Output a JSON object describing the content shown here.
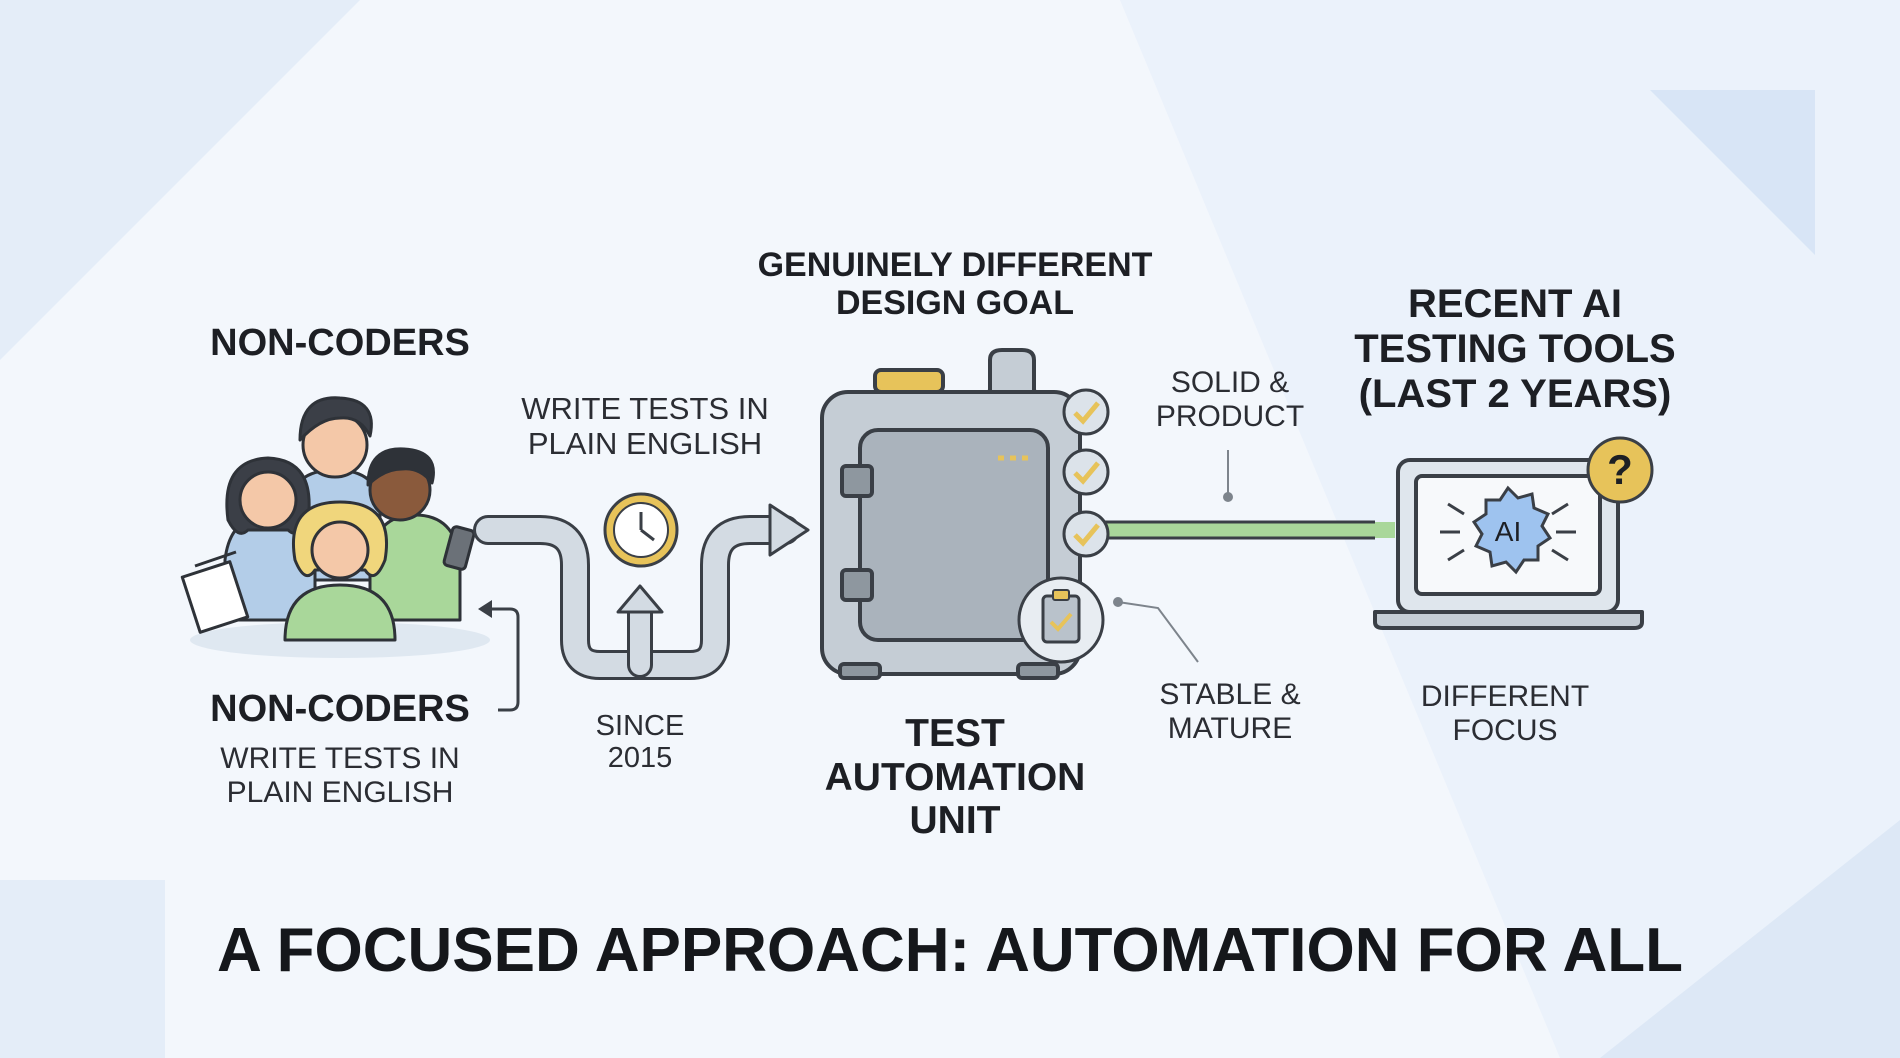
{
  "diagram": {
    "non_coders_top": "NON-CODERS",
    "non_coders_bottom": "NON-CODERS",
    "non_coders_bottom_sub": "WRITE TESTS IN\nPLAIN ENGLISH",
    "arrow_label": "WRITE TESTS IN\nPLAIN ENGLISH",
    "since_label": "SINCE\n2015",
    "design_goal": "GENUINELY DIFFERENT\nDESIGN GOAL",
    "unit_label": "TEST\nAUTOMATION\nUNIT",
    "solid_label": "SOLID &\nPRODUCT",
    "stable_label": "STABLE &\nMATURE",
    "ai_tools_title": "RECENT AI\nTESTING TOOLS\n(LAST 2 YEARS)",
    "ai_chip_text": "AI",
    "question_mark": "?",
    "different_focus": "DIFFERENT\nFOCUS",
    "footer_title": "A FOCUSED APPROACH: AUTOMATION FOR ALL"
  },
  "colors": {
    "accent_green": "#a9d79a",
    "gold": "#e7c35a",
    "machine_gray": "#b9c2cb",
    "outline": "#3a3f46",
    "ai_blue": "#9ec3ef"
  },
  "icons": [
    "people-group-icon",
    "clock-icon",
    "checkmark-icon",
    "clipboard-icon",
    "laptop-icon",
    "ai-gear-icon",
    "question-icon"
  ]
}
